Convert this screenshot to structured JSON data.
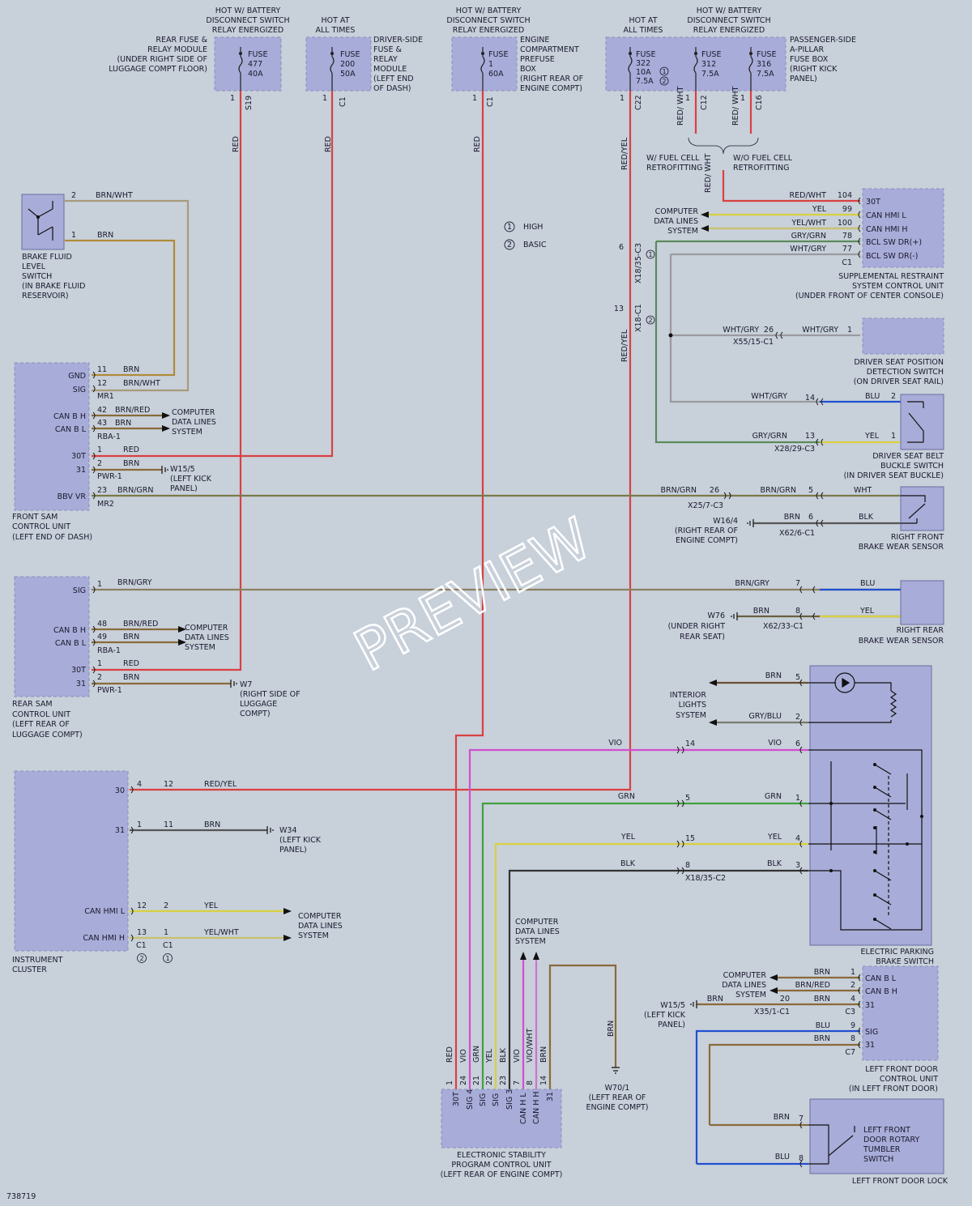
{
  "doc_id": "738719",
  "watermark": "PREVIEW",
  "legend": {
    "num1": "1",
    "num2": "2",
    "high": "HIGH",
    "basic": "BASIC"
  },
  "fuses": {
    "f477": {
      "hdr": [
        "HOT W/ BATTERY",
        "DISCONNECT SWITCH",
        "RELAY ENERGIZED"
      ],
      "label": [
        "FUSE",
        "477",
        "40A"
      ],
      "desc": [
        "REAR FUSE &",
        "RELAY MODULE",
        "(UNDER RIGHT SIDE OF",
        "LUGGAGE COMPT FLOOR)"
      ],
      "pin": "1",
      "conn": "S19",
      "wire": "RED"
    },
    "f200": {
      "hdr": [
        "HOT AT",
        "ALL TIMES"
      ],
      "label": [
        "FUSE",
        "200",
        "50A"
      ],
      "desc": [
        "DRIVER-SIDE",
        "FUSE &",
        "RELAY",
        "MODULE",
        "(LEFT END",
        "OF DASH)"
      ],
      "pin": "1",
      "conn": "C1",
      "wire": "RED"
    },
    "f1": {
      "hdr": [
        "HOT W/ BATTERY",
        "DISCONNECT SWITCH",
        "RELAY ENERGIZED"
      ],
      "label": [
        "FUSE",
        "1",
        "60A"
      ],
      "desc": [
        "ENGINE",
        "COMPARTMENT",
        "PREFUSE",
        "BOX",
        "(RIGHT REAR OF",
        "ENGINE COMPT)"
      ],
      "pin": "1",
      "conn": "C1",
      "wire": "RED"
    },
    "f322": {
      "hdr": [
        "HOT AT",
        "ALL TIMES"
      ],
      "label": [
        "FUSE",
        "322",
        "10A",
        "7.5A"
      ],
      "pin": "1",
      "conn": "C22",
      "wire": "RED/YEL"
    },
    "f312": {
      "hdr": [
        "HOT W/ BATTERY",
        "DISCONNECT SWITCH",
        "RELAY ENERGIZED"
      ],
      "label": [
        "FUSE",
        "312",
        "7.5A"
      ],
      "pin": "1",
      "conn": "C12",
      "wire": "RED/ WHT"
    },
    "f316": {
      "label": [
        "FUSE",
        "316",
        "7.5A"
      ],
      "desc": [
        "PASSENGER-SIDE",
        "A-PILLAR",
        "FUSE BOX",
        "(RIGHT KICK",
        "PANEL)"
      ],
      "pin": "1",
      "conn": "C16",
      "wire": "RED/ WHT"
    }
  },
  "fuel_cell": {
    "with": [
      "W/ FUEL CELL",
      "RETROFITTING"
    ],
    "without": [
      "W/O FUEL CELL",
      "RETROFITTING"
    ],
    "wire": "RED/ WHT"
  },
  "brake_fluid": {
    "name": [
      "BRAKE FLUID",
      "LEVEL",
      "SWITCH",
      "(IN BRAKE FLUID",
      "RESERVOIR)"
    ],
    "p2": "2",
    "w2": "BRN/WHT",
    "p1": "1",
    "w1": "BRN"
  },
  "front_sam": {
    "name": [
      "FRONT SAM",
      "CONTROL UNIT",
      "(LEFT END OF DASH)"
    ],
    "gnd": "GND",
    "sig": "SIG",
    "canbh": "CAN B H",
    "canbl": "CAN B L",
    "t30": "30T",
    "t31": "31",
    "bbv": "BBV VR",
    "p11": "11",
    "w11": "BRN",
    "p12": "12",
    "w12": "BRN/WHT",
    "mr1": "MR1",
    "p42": "42",
    "w42": "BRN/RED",
    "p43": "43",
    "w43": "BRN",
    "rba": "RBA-1",
    "p1": "1",
    "w1": "RED",
    "p2": "2",
    "w2": "BRN",
    "pwr": "PWR-1",
    "g": "W15/5",
    "gdesc": [
      "(LEFT KICK",
      "PANEL)"
    ],
    "p23": "23",
    "w23": "BRN/GRN",
    "mr2": "MR2"
  },
  "cds": [
    "COMPUTER",
    "DATA LINES",
    "SYSTEM"
  ],
  "rear_sam": {
    "name": [
      "REAR SAM",
      "CONTROL UNIT",
      "(LEFT REAR OF",
      "LUGGAGE COMPT)"
    ],
    "sig": "SIG",
    "canbh": "CAN B H",
    "canbl": "CAN B L",
    "t30": "30T",
    "t31": "31",
    "p1s": "1",
    "w1s": "BRN/GRY",
    "p48": "48",
    "w48": "BRN/RED",
    "p49": "49",
    "w49": "BRN",
    "rba": "RBA-1",
    "p1": "1",
    "w1": "RED",
    "p2": "2",
    "w2": "BRN",
    "pwr": "PWR-1",
    "g": "W7",
    "gdesc": [
      "(RIGHT SIDE OF",
      "LUGGAGE",
      "COMPT)"
    ]
  },
  "cluster": {
    "name": [
      "INSTRUMENT",
      "CLUSTER"
    ],
    "t30": "30",
    "t31": "31",
    "canl": "CAN HMI L",
    "canh": "CAN HMI H",
    "p4": "4",
    "p12": "12",
    "w30": "RED/YEL",
    "p1": "1",
    "p11": "11",
    "w31": "BRN",
    "g": "W34",
    "gdesc": [
      "(LEFT KICK",
      "PANEL)"
    ],
    "p12b": "12",
    "p2": "2",
    "wl": "YEL",
    "p13": "13",
    "p1b": "1",
    "wh": "YEL/WHT",
    "c1": "C1",
    "c1b": "C1"
  },
  "srs": {
    "name": [
      "SUPPLEMENTAL RESTRAINT",
      "SYSTEM CONTROL UNIT",
      "(UNDER FRONT OF CENTER CONSOLE)"
    ],
    "pins": [
      {
        "w": "RED/WHT",
        "p": "104",
        "l": "30T"
      },
      {
        "w": "YEL",
        "p": "99",
        "l": "CAN HMI L"
      },
      {
        "w": "YEL/WHT",
        "p": "100",
        "l": "CAN HMI H"
      },
      {
        "w": "GRY/GRN",
        "p": "78",
        "l": "BCL SW DR(+)"
      },
      {
        "w": "WHT/GRY",
        "p": "77",
        "l": "BCL SW DR(-)"
      }
    ],
    "c1": "C1",
    "x1835": "X18/35-C3",
    "x1835p": "6",
    "x18c1": "X18-C1",
    "x18c1p": "13",
    "redyel": "RED/YEL"
  },
  "seat_pos": {
    "name": [
      "DRIVER SEAT POSITION",
      "DETECTION SWITCH",
      "(ON DRIVER SEAT RAIL)"
    ],
    "w1": "WHT/GRY",
    "p26": "26",
    "conn": "X55/15-C1",
    "w2": "WHT/GRY",
    "p1": "1"
  },
  "buckle": {
    "name": [
      "DRIVER SEAT BELT",
      "BUCKLE SWITCH",
      "(IN DRIVER SEAT BUCKLE)"
    ],
    "w14": "WHT/GRY",
    "p14": "14",
    "wblu": "BLU",
    "p2": "2",
    "w13": "GRY/GRN",
    "p13": "13",
    "wyel": "YEL",
    "p1": "1",
    "conn": "X28/29-C3"
  },
  "front_wear": {
    "name": [
      "RIGHT FRONT",
      "BRAKE WEAR SENSOR"
    ],
    "w1": "BRN/GRN",
    "p26": "26",
    "w2": "BRN/GRN",
    "p5": "5",
    "w3": "WHT",
    "conn1": "X25/7-C3",
    "g": "W16/4",
    "gdesc": [
      "(RIGHT REAR OF",
      "ENGINE COMPT)"
    ],
    "w4": "BRN",
    "p6": "6",
    "w5": "BLK",
    "conn2": "X62/6-C1"
  },
  "rear_wear": {
    "name": [
      "RIGHT REAR",
      "BRAKE WEAR SENSOR"
    ],
    "w1": "BRN/GRY",
    "p7": "7",
    "w2": "BLU",
    "g": "W76",
    "gdesc": [
      "(UNDER RIGHT",
      "REAR SEAT)"
    ],
    "w3": "BRN",
    "p8": "8",
    "conn": "X62/33-C1",
    "w4": "YEL"
  },
  "parking": {
    "name": [
      "ELECTRIC PARKING",
      "BRAKE SWITCH"
    ],
    "il": [
      "INTERIOR",
      "LIGHTS",
      "SYSTEM"
    ],
    "rows": [
      {
        "wl": "BRN",
        "p": "5"
      },
      {
        "wl": "GRY/BLU",
        "p": "2"
      },
      {
        "wa": "VIO",
        "pa": "14",
        "wl": "VIO",
        "p": "6"
      },
      {
        "wa": "GRN",
        "pa": "5",
        "wl": "GRN",
        "p": "1"
      },
      {
        "wa": "YEL",
        "pa": "15",
        "wl": "YEL",
        "p": "4"
      },
      {
        "wa": "BLK",
        "pa": "8",
        "wl": "BLK",
        "p": "3"
      }
    ],
    "conn": "X18/35-C2"
  },
  "esp": {
    "name": [
      "ELECTRONIC STABILITY",
      "PROGRAM CONTROL UNIT",
      "(LEFT REAR OF ENGINE COMPT)"
    ],
    "pins": [
      {
        "w": "RED",
        "p": "1",
        "l": "30T"
      },
      {
        "w": "VIO",
        "p": "24",
        "l": "SIG 4"
      },
      {
        "w": "GRN",
        "p": "21",
        "l": "SIG"
      },
      {
        "w": "YEL",
        "p": "22",
        "l": "SIG"
      },
      {
        "w": "BLK",
        "p": "23",
        "l": "SIG 3"
      },
      {
        "w": "VIO",
        "p": "7",
        "l": "CAN H L"
      },
      {
        "w": "VIO/WHT",
        "p": "8",
        "l": "CAN H H"
      },
      {
        "w": "BRN",
        "p": "14",
        "l": "31"
      }
    ],
    "g": "W70/1",
    "gdesc": [
      "(LEFT REAR OF",
      "ENGINE COMPT)"
    ],
    "gw": "BRN"
  },
  "door_cu": {
    "name": [
      "LEFT FRONT DOOR",
      "CONTROL UNIT",
      "(IN LEFT FRONT DOOR)"
    ],
    "canbl": "CAN B L",
    "canbh": "CAN B H",
    "t31": "31",
    "sig": "SIG",
    "t31b": "31",
    "w1": "BRN",
    "p1": "1",
    "w2": "BRN/RED",
    "p2": "2",
    "w20": "BRN",
    "p20": "20",
    "w4": "BRN",
    "p4": "4",
    "conn": "X35/1-C1",
    "c3": "C3",
    "g": "W15/5",
    "gdesc": [
      "(LEFT KICK",
      "PANEL)"
    ],
    "w9": "BLU",
    "p9": "9",
    "w8": "BRN",
    "p8": "8",
    "c7": "C7"
  },
  "door_lock": {
    "name": "LEFT FRONT DOOR LOCK",
    "sw": [
      "LEFT FRONT",
      "DOOR ROTARY",
      "TUMBLER",
      "SWITCH"
    ],
    "w7": "BRN",
    "p7": "7",
    "w8": "BLU",
    "p8": "8"
  }
}
